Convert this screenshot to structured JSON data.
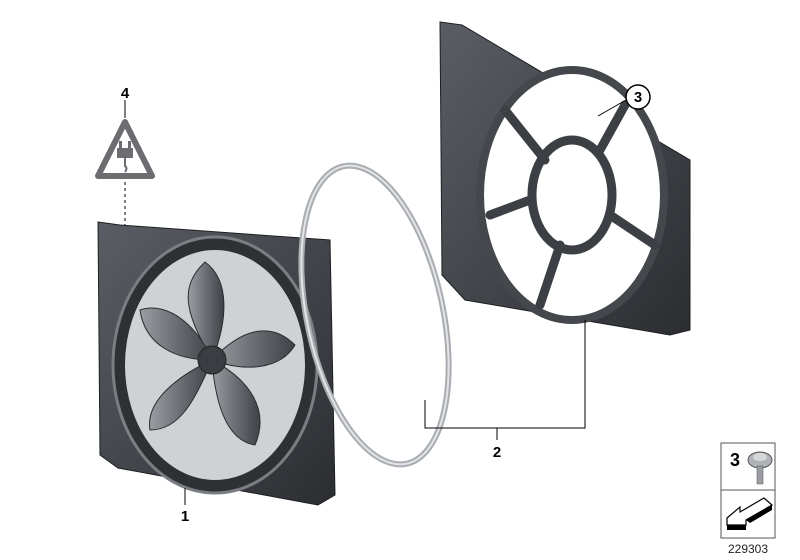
{
  "diagram": {
    "callouts": [
      {
        "id": "1",
        "label": "1"
      },
      {
        "id": "2",
        "label": "2"
      },
      {
        "id": "3",
        "label": "3"
      },
      {
        "id": "4",
        "label": "4"
      }
    ],
    "legend": {
      "item_label": "3"
    },
    "reference_number": "229303",
    "colors": {
      "part": "#3a3d42",
      "ring": "#b8bcc0",
      "symbol": "#6b6d70"
    },
    "icons": [
      "fan-shroud-with-fan",
      "fan-shroud",
      "shroud-ring",
      "electric-plug-warning-triangle",
      "screw",
      "arrow-symbol"
    ]
  }
}
